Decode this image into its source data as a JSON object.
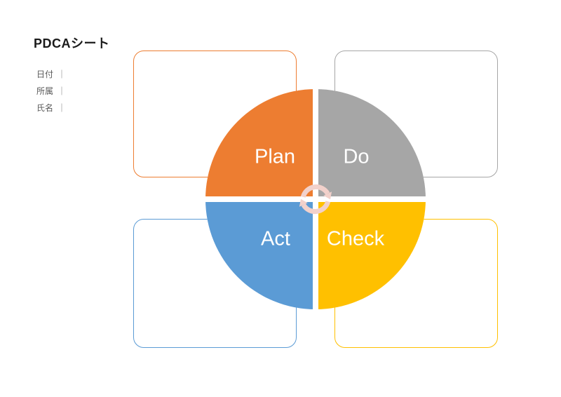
{
  "page": {
    "title": "PDCAシート",
    "meta_fields": [
      {
        "label": "日付",
        "value": ""
      },
      {
        "label": "所属",
        "value": ""
      },
      {
        "label": "氏名",
        "value": ""
      }
    ],
    "separator": "｜"
  },
  "diagram": {
    "type": "pdca-cycle",
    "quadrants": [
      {
        "label": "Plan",
        "color": "#ED7D31",
        "position": "top-left"
      },
      {
        "label": "Do",
        "color": "#A6A6A6",
        "position": "top-right"
      },
      {
        "label": "Act",
        "color": "#5B9BD5",
        "position": "bottom-left"
      },
      {
        "label": "Check",
        "color": "#FFC000",
        "position": "bottom-right"
      }
    ],
    "center_icon": "cycle-arrows-icon",
    "center_icon_color": "#F2D1CB",
    "note_boxes": [
      {
        "for": "Plan",
        "border_color": "#ED7D31"
      },
      {
        "for": "Do",
        "border_color": "#A6A6A6"
      },
      {
        "for": "Act",
        "border_color": "#5B9BD5"
      },
      {
        "for": "Check",
        "border_color": "#FFC000"
      }
    ]
  }
}
